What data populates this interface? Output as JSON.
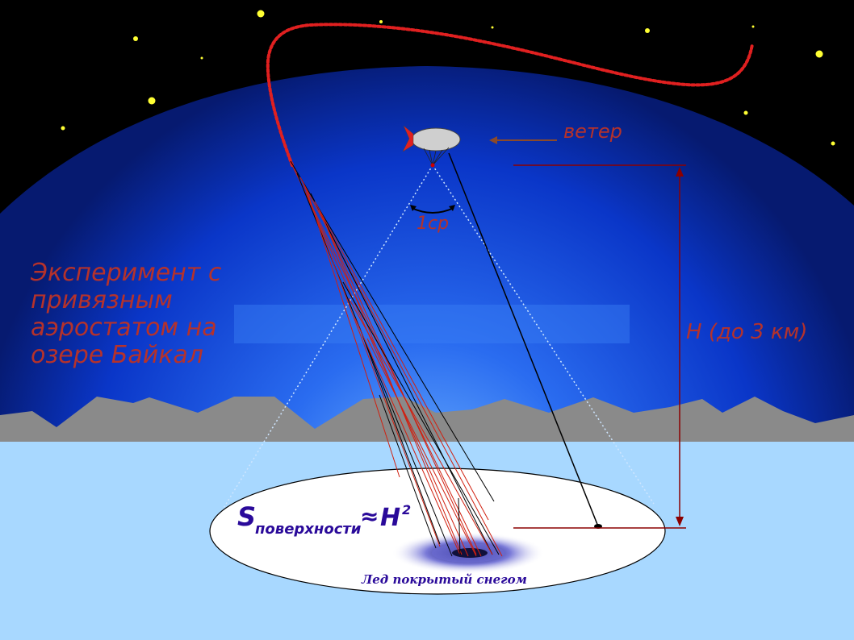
{
  "title_lines": [
    "Эксперимент с",
    "привязным",
    "аэростатом на",
    "озере Байкал"
  ],
  "wind_label": "ветер",
  "solid_angle_label": "1ср",
  "height_label": "H (до 3 км)",
  "area_formula": {
    "symbol": "S",
    "subscript": "поверхности",
    "approx": "≈",
    "rhs": "H",
    "exponent": "2"
  },
  "surface_label": "Лед покрытый снегом",
  "colors": {
    "sky_dark": "#000000",
    "sky_blue": "#0a3fd0",
    "mountains": "#8a8a8a",
    "ice": "#a8d8ff",
    "text_red": "#b5322b",
    "text_blue": "#2a0a9a",
    "measure_line": "#8b0000",
    "trail": "#e02020"
  },
  "icons": [
    "star-icon",
    "balloon-icon",
    "arrow-left-icon",
    "double-arrow-icon"
  ]
}
